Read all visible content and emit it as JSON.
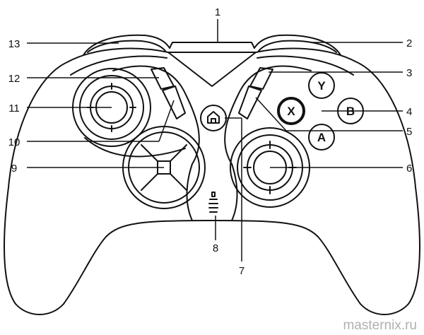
{
  "labels": {
    "n1": "1",
    "n2": "2",
    "n3": "3",
    "n4": "4",
    "n5": "5",
    "n6": "6",
    "n7": "7",
    "n8": "8",
    "n9": "9",
    "n10": "10",
    "n11": "11",
    "n12": "12",
    "n13": "13"
  },
  "buttons": {
    "y": "Y",
    "x": "X",
    "b": "B",
    "a": "A"
  },
  "watermark": "masternix.ru"
}
